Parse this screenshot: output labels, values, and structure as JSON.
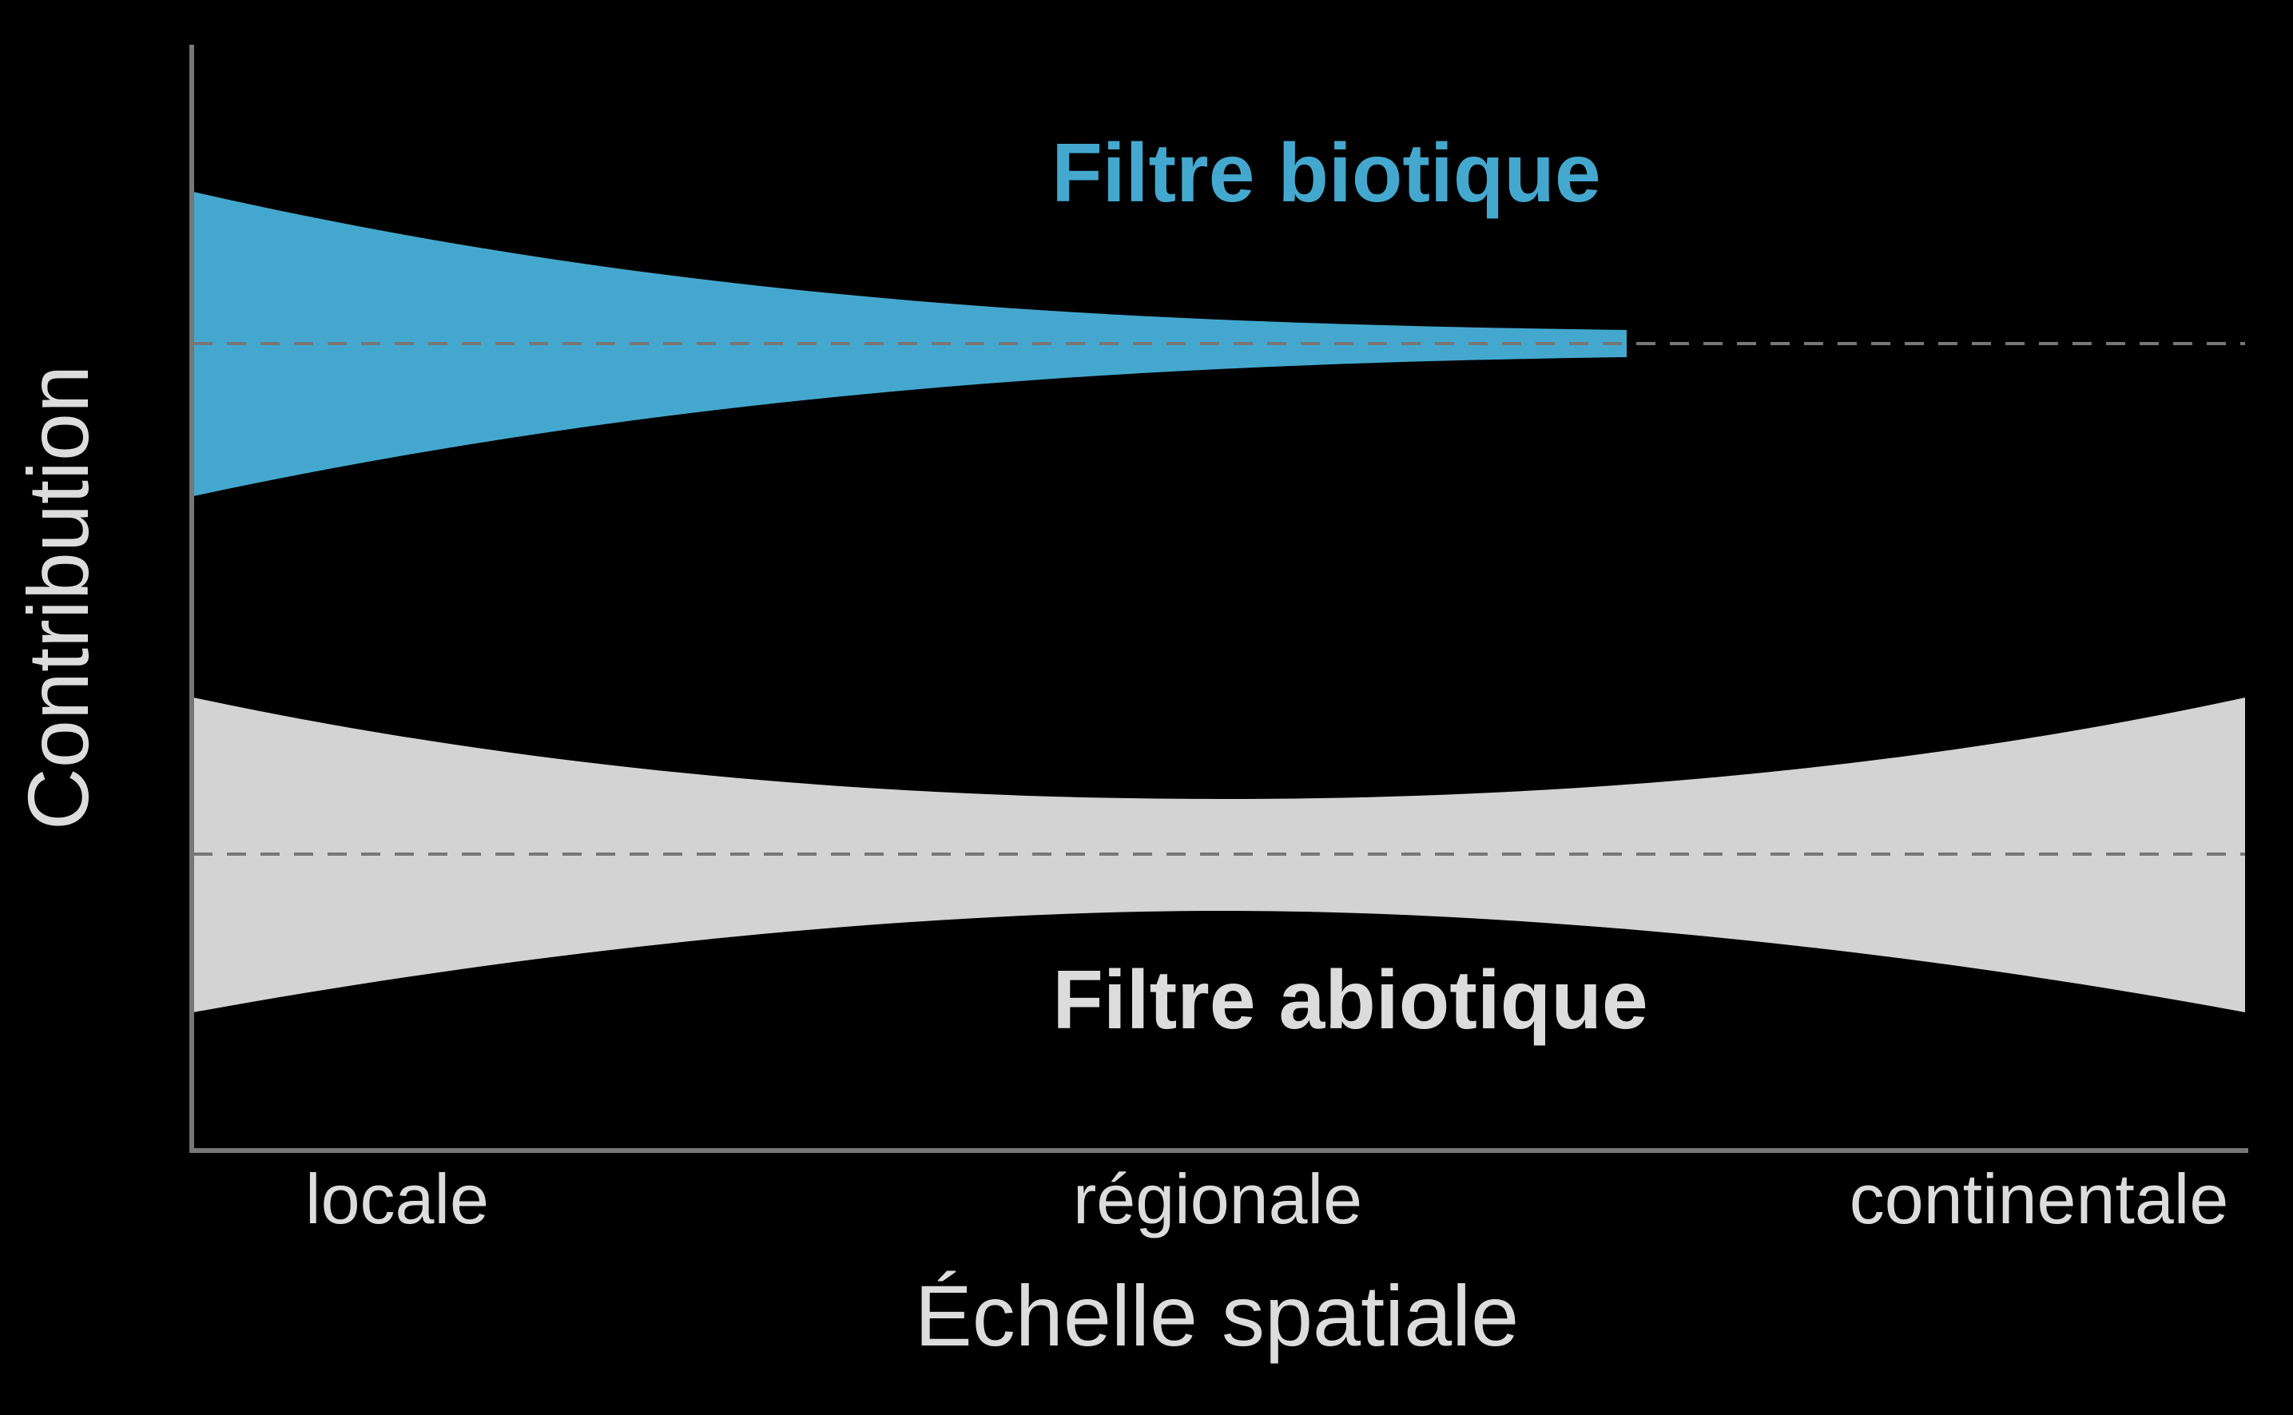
{
  "colors": {
    "background": "#000000",
    "biotic": "#44a8ce",
    "abiotic": "#d3d3d3",
    "text": "#dcdcdc",
    "axis": "#777777",
    "reference_line": "#777777"
  },
  "axes": {
    "y_label": "Contribution",
    "x_label": "Échelle spatiale",
    "x_ticks": [
      "locale",
      "régionale",
      "continentale"
    ]
  },
  "bands": {
    "biotic": {
      "label": "Filtre biotique",
      "trend": "narrows from locale and ends before continentale"
    },
    "abiotic": {
      "label": "Filtre abiotique",
      "trend": "narrowest at régionale, widest at locale and continentale"
    }
  }
}
